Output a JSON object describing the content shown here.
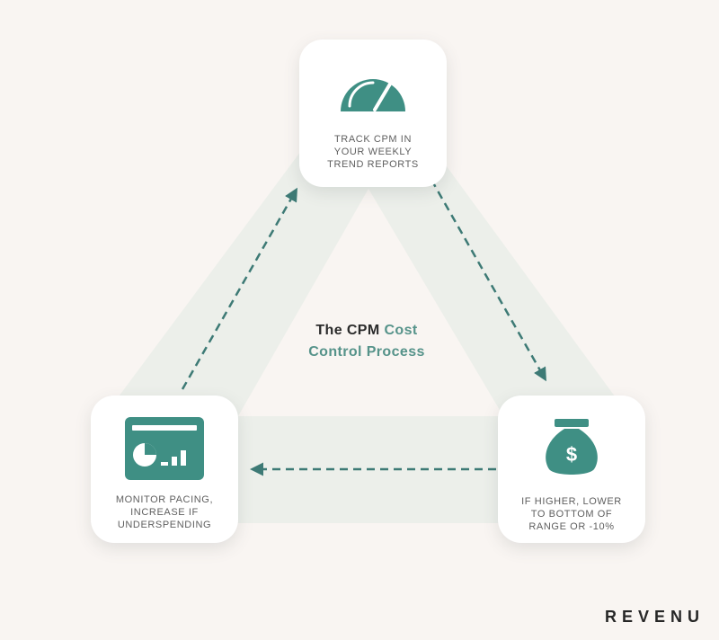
{
  "title": {
    "part1": "The CPM",
    "part2": "Cost",
    "part3": "Control Process"
  },
  "steps": [
    {
      "id": "track",
      "icon": "speedometer-icon",
      "lines": [
        "TRACK CPM IN",
        "YOUR WEEKLY",
        "TREND REPORTS"
      ]
    },
    {
      "id": "lower",
      "icon": "money-bag-icon",
      "lines": [
        "IF HIGHER, LOWER",
        "TO BOTTOM OF",
        "RANGE OR -10%"
      ]
    },
    {
      "id": "monitor",
      "icon": "dashboard-chart-icon",
      "lines": [
        "MONITOR PACING,",
        "INCREASE IF",
        "UNDERSPENDING"
      ]
    }
  ],
  "flow": [
    "track",
    "lower",
    "monitor",
    "track"
  ],
  "brand": "REVENU",
  "colors": {
    "background": "#f9f5f2",
    "band": "#ecefea",
    "accent": "#3f8f84",
    "arrow": "#3d7a75",
    "text_dark": "#2b2b2b",
    "text_accent": "#56938a"
  }
}
